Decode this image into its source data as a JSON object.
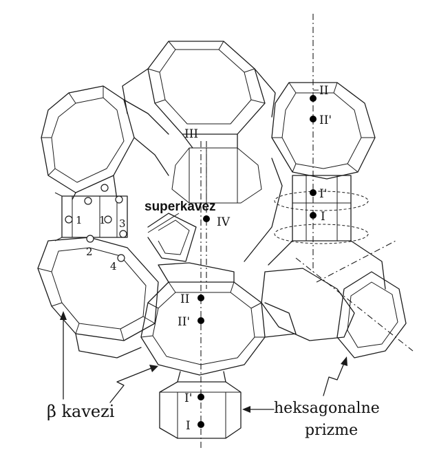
{
  "labels": {
    "superkavez": "superkavez",
    "beta_cages": "β  kavezi",
    "hex_prisms_line1": "heksagonalne",
    "hex_prisms_line2": "prizme"
  },
  "sites": {
    "II_right": "II",
    "IIp_right": "II'",
    "Ip_right": "I'",
    "I_right": "I",
    "III": "III",
    "IV": "IV",
    "II_center": "II",
    "IIp_center": "II'",
    "Ip_bottom": "I'",
    "I_bottom": "I"
  },
  "numbers": {
    "n1": "1",
    "n1p": "1",
    "n2": "2",
    "n3": "3",
    "n4": "4"
  }
}
